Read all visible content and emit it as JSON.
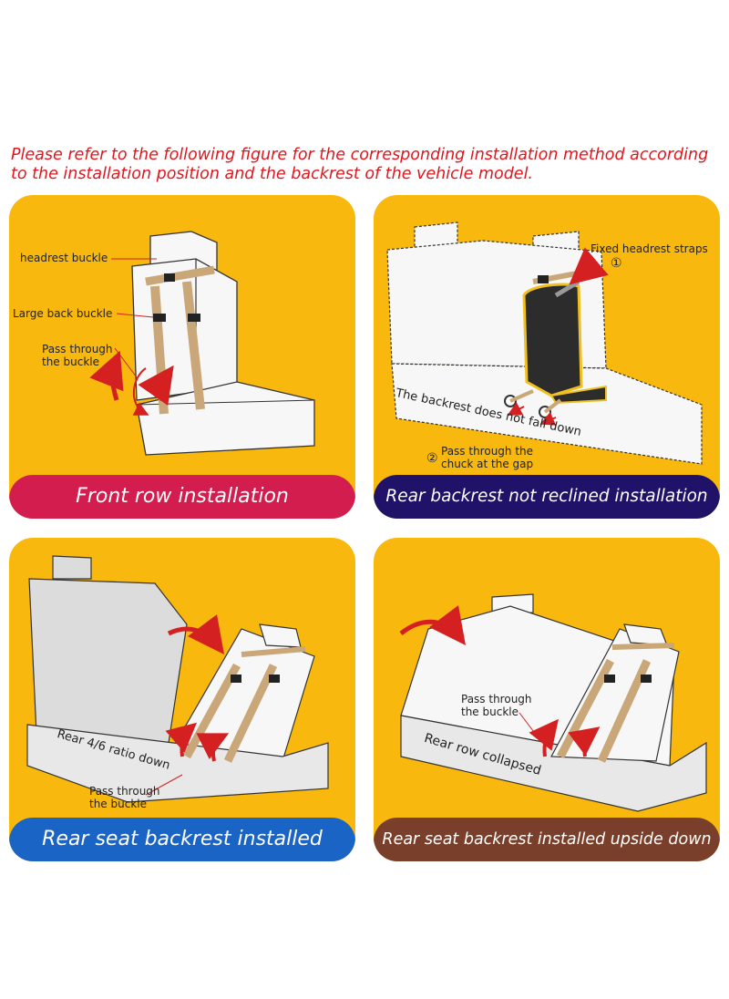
{
  "intro_text": "Please refer to the following figure for the corresponding installation method according to the installation position and the backrest of the vehicle model.",
  "panels": [
    {
      "caption": "Front row installation",
      "labels": {
        "headrest_buckle": "headrest buckle",
        "large_back_buckle": "Large back buckle",
        "pass_through_1": "Pass through",
        "pass_through_2": "the buckle"
      }
    },
    {
      "caption": "Rear backrest not reclined installation",
      "labels": {
        "fixed_headrest_straps": "Fixed headrest straps",
        "step1": "①",
        "backrest_no_fall": "The backrest does not fall down",
        "step2": "②",
        "pass_gap_1": "Pass through the",
        "pass_gap_2": "chuck at the gap"
      }
    },
    {
      "caption": "Rear seat backrest installed",
      "labels": {
        "ratio_down": "Rear 4/6 ratio down",
        "pass_through_1": "Pass through",
        "pass_through_2": "the buckle"
      }
    },
    {
      "caption": "Rear seat backrest installed upside down",
      "labels": {
        "pass_through_1": "Pass through",
        "pass_through_2": "the buckle",
        "row_collapsed": "Rear row collapsed"
      }
    }
  ],
  "colors": {
    "panel_bg": "#f8b80e",
    "intro_text": "#e0161e",
    "caption_1": "#d41d4f",
    "caption_2": "#1f1268",
    "caption_3": "#1a64c6",
    "caption_4": "#7a3f2a",
    "strap": "#c9a778",
    "arrow": "#d42020"
  }
}
